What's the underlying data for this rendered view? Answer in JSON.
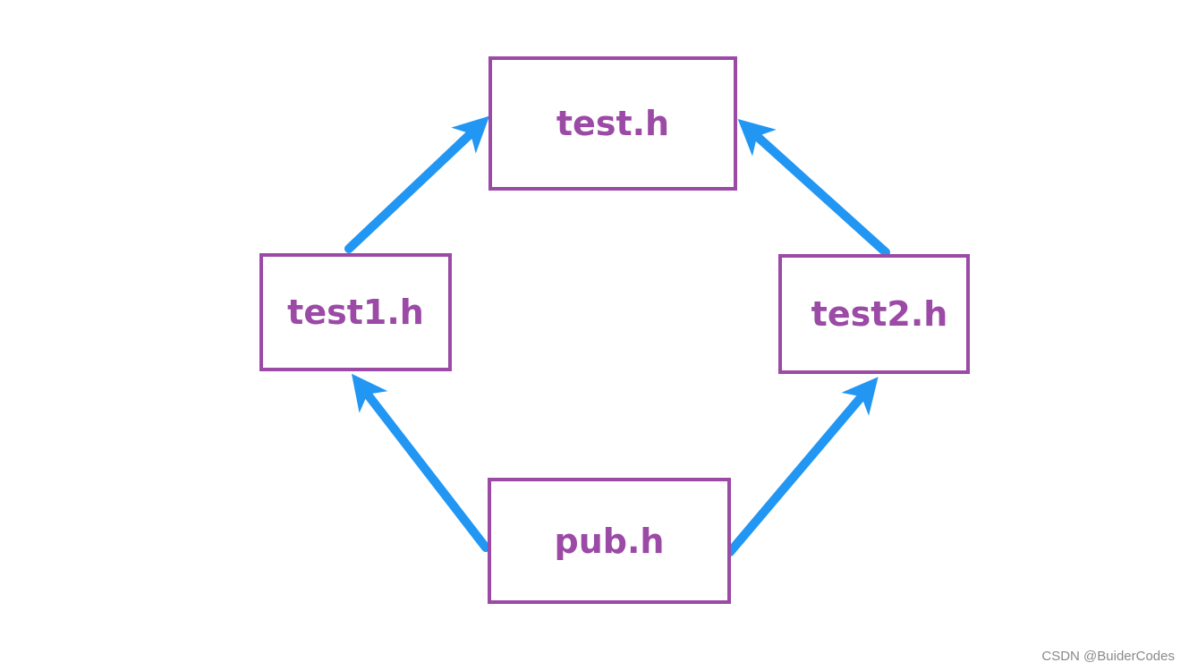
{
  "nodes": {
    "test": "test.h",
    "test1": "test1.h",
    "test2": "test2.h",
    "pub": "pub.h"
  },
  "edges": [
    {
      "from": "test1.h",
      "to": "test.h"
    },
    {
      "from": "test2.h",
      "to": "test.h"
    },
    {
      "from": "pub.h",
      "to": "test1.h"
    },
    {
      "from": "pub.h",
      "to": "test2.h"
    }
  ],
  "colors": {
    "node_border": "#9b4aa6",
    "node_text": "#9b4aa6",
    "arrow": "#2196f3",
    "watermark": "#8a8a8a"
  },
  "watermark": "CSDN @BuiderCodes"
}
